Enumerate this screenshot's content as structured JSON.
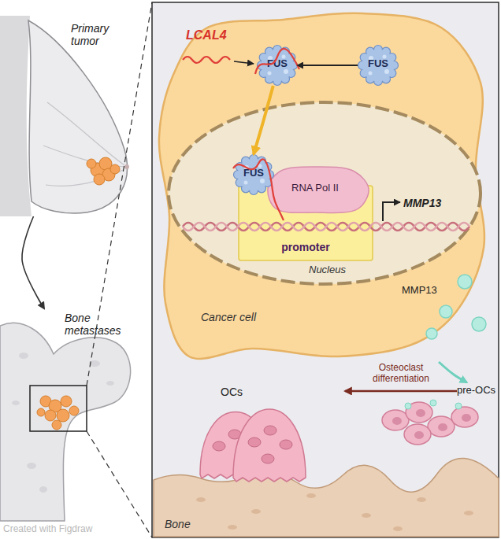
{
  "diagram": {
    "nodes": [
      {
        "text": [
          "Primary tumor"
        ]
      },
      {
        "text": [
          "Bone metastases"
        ]
      },
      {
        "text": [
          "Cancer cell"
        ]
      },
      {
        "text": [
          "FUS"
        ],
        "in": 2
      },
      {
        "text": [
          "FUS"
        ],
        "in": 2
      },
      {
        "text": [
          "Nucleus"
        ],
        "in": 2
      },
      {
        "text": [
          "FUS"
        ],
        "in": 5
      },
      {
        "text": [
          "RNA Pol II"
        ],
        "in": 5
      },
      {
        "text": [
          "promoter"
        ],
        "in": 5
      },
      {
        "text": [
          "pre-OCs"
        ]
      },
      {
        "text": [
          "OCs"
        ]
      },
      {
        "text": [
          "Bone"
        ]
      }
    ],
    "edges": [
      {
        "from": 0,
        "to": 1,
        "arrow": "to"
      },
      {
        "from": 4,
        "to": 3,
        "arrow": "to"
      },
      {
        "from": 3,
        "to": 6,
        "arrow": "to"
      },
      {
        "from": 2,
        "to": 9,
        "arrow": "to"
      },
      {
        "from": 9,
        "to": 10,
        "label": "Osteoclast differentiation",
        "arrow": "to"
      }
    ],
    "labels": [
      "LCAL4",
      "MMP13",
      "MMP13",
      "Created with Figdraw"
    ]
  }
}
